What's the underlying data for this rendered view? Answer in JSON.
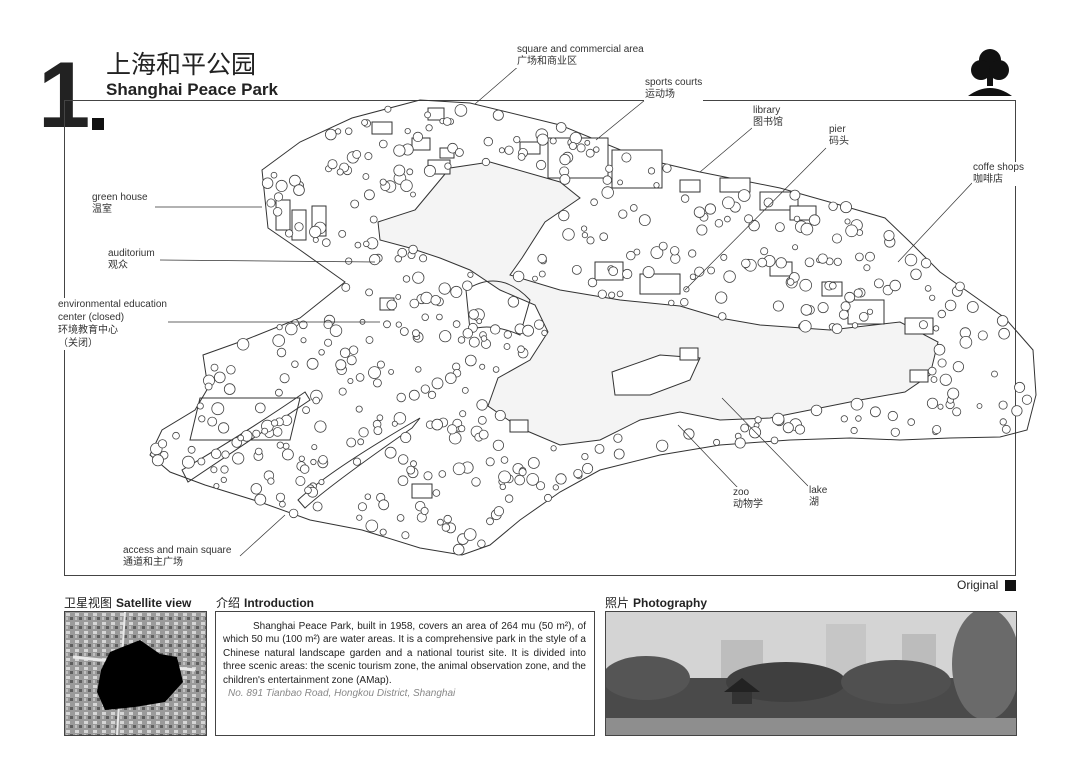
{
  "header": {
    "number": "1",
    "title_cn": "上海和平公园",
    "title_en": "Shanghai Peace Park"
  },
  "map_labels": {
    "square": [
      "square and commercial area",
      "广场和商业区"
    ],
    "sports": [
      "sports courts",
      "运动场"
    ],
    "library": [
      "library",
      "图书馆"
    ],
    "pier": [
      "pier",
      "码头"
    ],
    "coffee": [
      "coffe shops",
      "咖啡店"
    ],
    "greenhouse": [
      "green house",
      "温室"
    ],
    "auditorium": [
      "auditorium",
      "观众"
    ],
    "env": [
      "environmental education",
      "center (closed)",
      "环境教育中心",
      "（关闭）"
    ],
    "zoo": [
      "zoo",
      "动物学"
    ],
    "lake": [
      "lake",
      "湖"
    ],
    "access": [
      "access and main square",
      "通道和主广场"
    ]
  },
  "original_label": "Original",
  "sections": {
    "satellite": {
      "cn": "卫星视图",
      "en": "Satellite view"
    },
    "intro": {
      "cn": "介绍",
      "en": "Introduction"
    },
    "photo": {
      "cn": "照片",
      "en": "Photography"
    }
  },
  "intro": {
    "text": "Shanghai Peace Park, built in 1958, covers an area of 264 mu (50 m²), of which 50 mu (100 m²) are water areas. It is a comprehensive park in the style of a Chinese natural landscape garden and a national tourist site. It is divided into three scenic areas: the scenic tourism zone, the animal observation zone, and the children's entertainment zone (AMap).",
    "address": "No. 891 Tianbao Road, Hongkou District, Shanghai"
  },
  "colors": {
    "ink": "#222222",
    "frame": "#444444",
    "muted": "#888888"
  }
}
